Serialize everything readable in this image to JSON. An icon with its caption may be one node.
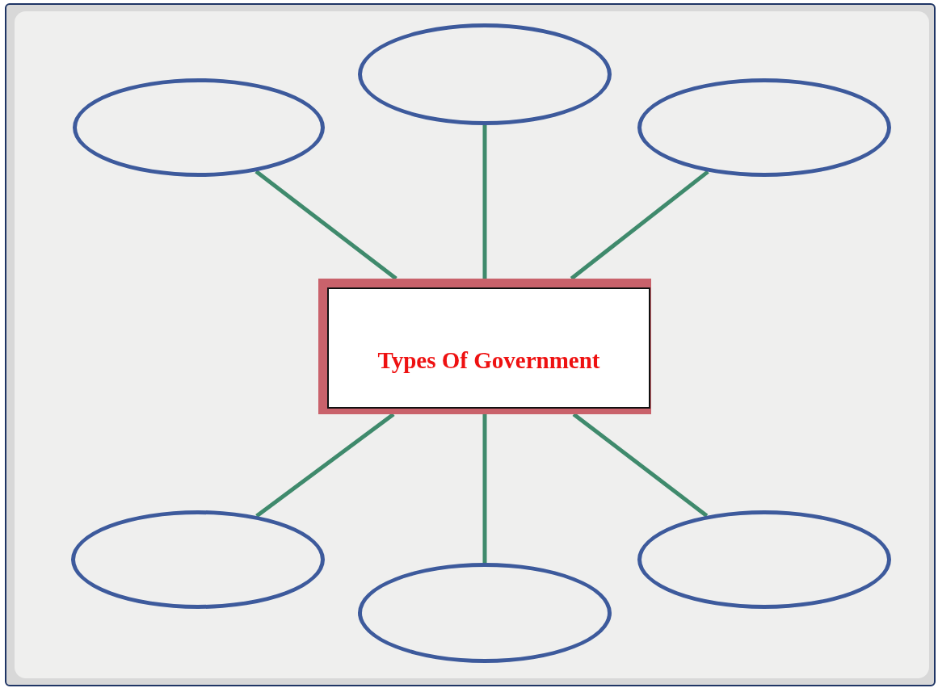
{
  "diagram": {
    "nodes": [
      {
        "text": [],
        "shape": "ellipse"
      },
      {
        "text": [],
        "shape": "ellipse"
      },
      {
        "text": [],
        "shape": "ellipse"
      },
      {
        "text": [
          "Types Of Government"
        ]
      },
      {
        "text": [],
        "shape": "ellipse"
      },
      {
        "text": [],
        "shape": "ellipse"
      },
      {
        "text": [],
        "shape": "ellipse"
      }
    ],
    "edges": [
      {
        "from": 3,
        "to": 0,
        "arrow": "none"
      },
      {
        "from": 3,
        "to": 1,
        "arrow": "none"
      },
      {
        "from": 3,
        "to": 2,
        "arrow": "none"
      },
      {
        "from": 3,
        "to": 4,
        "arrow": "none"
      },
      {
        "from": 3,
        "to": 5,
        "arrow": "none"
      },
      {
        "from": 3,
        "to": 6,
        "arrow": "none"
      }
    ]
  }
}
